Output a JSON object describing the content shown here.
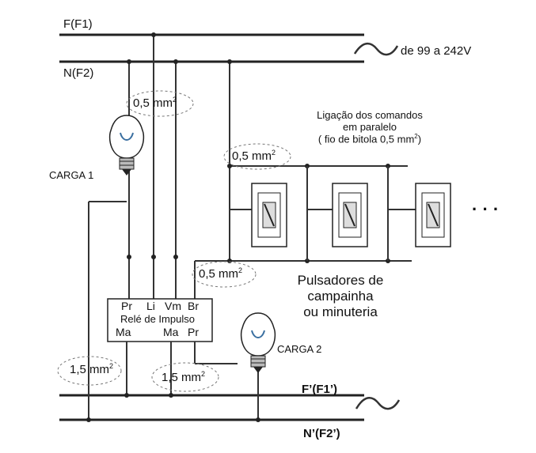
{
  "lines": {
    "phase": "F(F1)",
    "neutral": "N(F2)",
    "phase_out": "F’(F1’)",
    "neutral_out": "N’(F2’)"
  },
  "voltage": "de 99 a 242V",
  "wire_labels": {
    "a": "0,5 mm",
    "b": "0,5 mm",
    "c": "0,5 mm",
    "d": "1,5 mm",
    "e": "1,5 mm",
    "sup": "2"
  },
  "note": {
    "line1": "Ligação dos comandos",
    "line2": "em paralelo",
    "line3": "( fio de bitola  0,5 mm",
    "line3_sup": "2",
    "line3_end": ")"
  },
  "loads": {
    "load1": "CARGA 1",
    "load2": "CARGA 2"
  },
  "relay": {
    "pins_top": [
      "Pr",
      "Li",
      "Vm",
      "Br"
    ],
    "title": "Relé de Impulso",
    "pins_bottom": [
      "Ma",
      "Ma",
      "Pr"
    ]
  },
  "switches_caption": {
    "line1": "Pulsadores de",
    "line2": "campainha",
    "line3": "ou minuteria"
  },
  "ellipsis": "· · ·",
  "colors": {
    "line": "#222222",
    "dashed": "#777777",
    "bulb": "#3a6fa0"
  }
}
